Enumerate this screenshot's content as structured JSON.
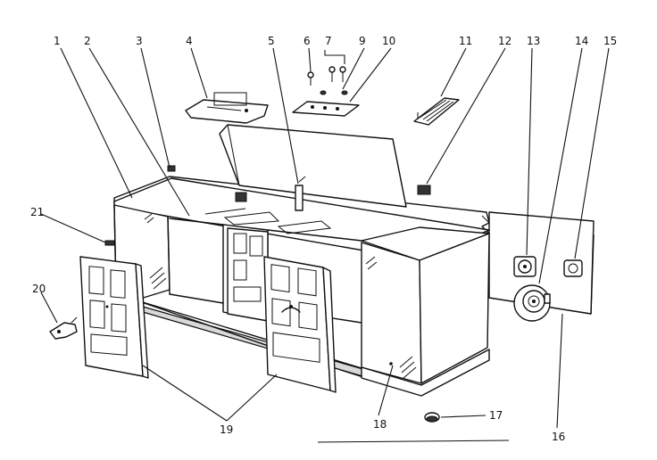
{
  "diagram": {
    "callouts": [
      {
        "id": "c1",
        "label": "1"
      },
      {
        "id": "c2",
        "label": "2"
      },
      {
        "id": "c3",
        "label": "3"
      },
      {
        "id": "c4",
        "label": "4"
      },
      {
        "id": "c5",
        "label": "5"
      },
      {
        "id": "c6",
        "label": "6"
      },
      {
        "id": "c7",
        "label": "7"
      },
      {
        "id": "c9",
        "label": "9"
      },
      {
        "id": "c10",
        "label": "10"
      },
      {
        "id": "c11",
        "label": "11"
      },
      {
        "id": "c12",
        "label": "12"
      },
      {
        "id": "c13",
        "label": "13"
      },
      {
        "id": "c14",
        "label": "14"
      },
      {
        "id": "c15",
        "label": "15"
      },
      {
        "id": "c16",
        "label": "16"
      },
      {
        "id": "c17",
        "label": "17"
      },
      {
        "id": "c18",
        "label": "18"
      },
      {
        "id": "c19",
        "label": "19"
      },
      {
        "id": "c20",
        "label": "20"
      },
      {
        "id": "c21",
        "label": "21"
      }
    ]
  }
}
